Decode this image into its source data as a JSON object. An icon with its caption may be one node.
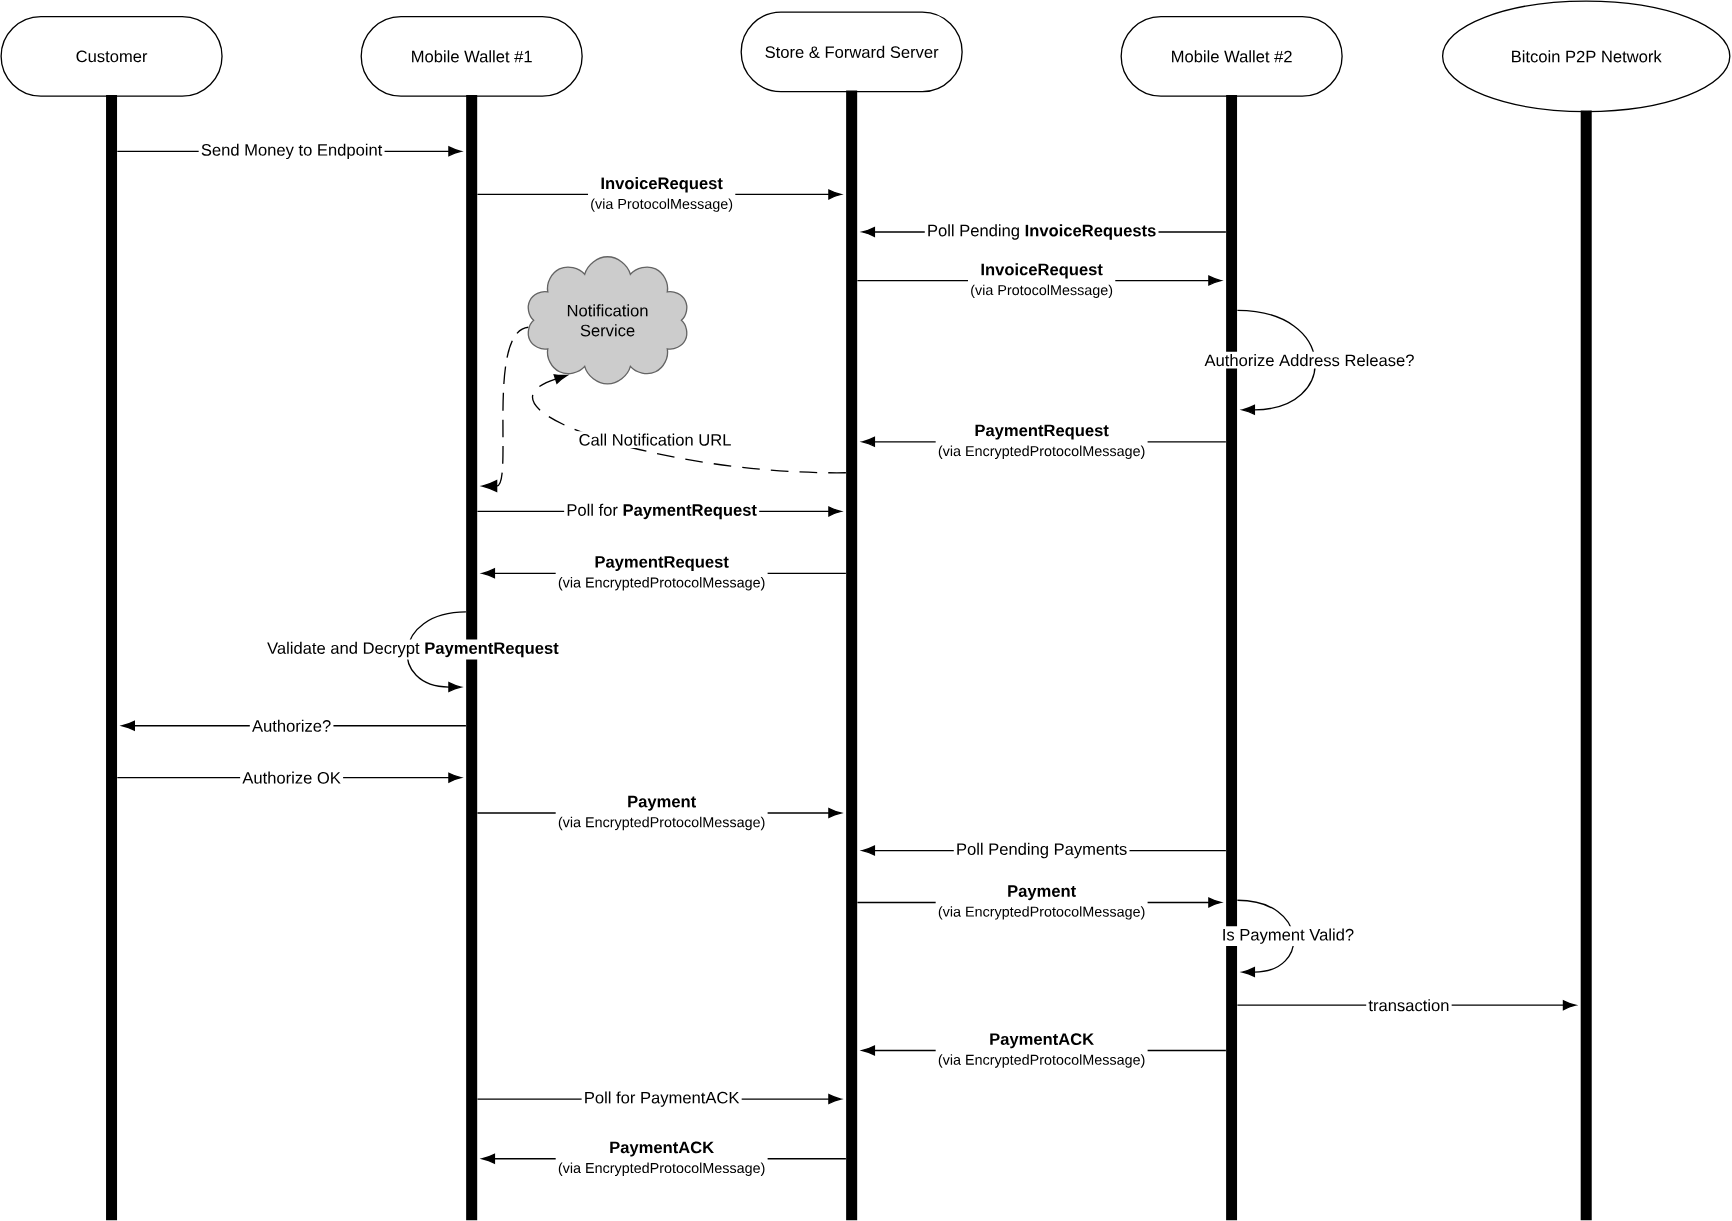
{
  "diagram": {
    "nodes": [
      {
        "text": [
          "Customer"
        ]
      },
      {
        "text": [
          "Mobile Wallet #1"
        ]
      },
      {
        "text": [
          "Store & Forward Server"
        ]
      },
      {
        "text": [
          "Mobile Wallet #2"
        ]
      },
      {
        "text": [
          "Bitcoin P2P Network"
        ]
      },
      {
        "text": [
          "Notification Service"
        ]
      },
      {
        "text": [],
        "shape": "bar"
      },
      {
        "text": [],
        "shape": "bar"
      },
      {
        "text": [],
        "shape": "bar"
      },
      {
        "text": [],
        "shape": "bar"
      },
      {
        "text": [],
        "shape": "bar"
      }
    ],
    "edges": [
      {
        "from": 6,
        "to": 7,
        "arrow": "to",
        "label": "Send Money to Endpoint"
      },
      {
        "from": 7,
        "to": 8,
        "arrow": "to",
        "label": "**InvoiceRequest** (via ProtocolMessage)"
      },
      {
        "from": 9,
        "to": 8,
        "arrow": "to",
        "label": "Poll Pending **InvoiceRequests**"
      },
      {
        "from": 8,
        "to": 9,
        "arrow": "to",
        "label": "**InvoiceRequest** (via ProtocolMessage)"
      },
      {
        "from": 9,
        "to": 9,
        "arrow": "to",
        "label": "Authorize Address Release?"
      },
      {
        "from": 9,
        "to": 8,
        "arrow": "to",
        "label": "**PaymentRequest** (via EncryptedProtocolMessage)"
      },
      {
        "from": 8,
        "to": 5,
        "arrow": "to",
        "style": "dashed",
        "label": "Call Notification URL"
      },
      {
        "from": 5,
        "to": 7,
        "arrow": "to",
        "style": "dashed"
      },
      {
        "from": 7,
        "to": 8,
        "arrow": "to",
        "label": "Poll for **PaymentRequest**"
      },
      {
        "from": 8,
        "to": 7,
        "arrow": "to",
        "label": "**PaymentRequest** (via EncryptedProtocolMessage)"
      },
      {
        "from": 7,
        "to": 7,
        "arrow": "to",
        "label": "Validate and Decrypt **PaymentRequest**"
      },
      {
        "from": 7,
        "to": 6,
        "arrow": "to",
        "label": "Authorize?"
      },
      {
        "from": 6,
        "to": 7,
        "arrow": "to",
        "label": "Authorize OK"
      },
      {
        "from": 7,
        "to": 8,
        "arrow": "to",
        "label": "**Payment** (via EncryptedProtocolMessage)"
      },
      {
        "from": 9,
        "to": 8,
        "arrow": "to",
        "label": "Poll Pending Payments"
      },
      {
        "from": 8,
        "to": 9,
        "arrow": "to",
        "label": "**Payment** (via EncryptedProtocolMessage)"
      },
      {
        "from": 9,
        "to": 9,
        "arrow": "to",
        "label": "Is Payment Valid?"
      },
      {
        "from": 9,
        "to": 10,
        "arrow": "to",
        "label": "transaction"
      },
      {
        "from": 9,
        "to": 8,
        "arrow": "to",
        "label": "**PaymentACK** (via EncryptedProtocolMessage)"
      },
      {
        "from": 7,
        "to": 8,
        "arrow": "to",
        "label": "Poll for PaymentACK"
      },
      {
        "from": 8,
        "to": 7,
        "arrow": "to",
        "label": "**PaymentACK** (via EncryptedProtocolMessage)"
      }
    ]
  }
}
